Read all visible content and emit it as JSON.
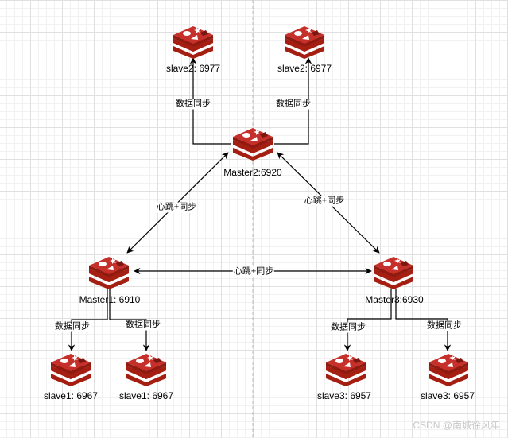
{
  "diagram": {
    "nodes": [
      {
        "id": "slave2-left",
        "label": "slave2: 6977"
      },
      {
        "id": "slave2-right",
        "label": "slave2: 6977"
      },
      {
        "id": "master2",
        "label": "Master2:6920"
      },
      {
        "id": "master1",
        "label": "Master1: 6910"
      },
      {
        "id": "master3",
        "label": "Master3:6930"
      },
      {
        "id": "slave1-left",
        "label": "slave1: 6967"
      },
      {
        "id": "slave1-right",
        "label": "slave1: 6967"
      },
      {
        "id": "slave3-left",
        "label": "slave3: 6957"
      },
      {
        "id": "slave3-right",
        "label": "slave3: 6957"
      }
    ],
    "edges": [
      {
        "from": "master2",
        "to": "slave2-left",
        "label": "数据同步"
      },
      {
        "from": "master2",
        "to": "slave2-right",
        "label": "数据同步"
      },
      {
        "from": "master1",
        "to": "master2",
        "label": "心跳+同步",
        "bidirectional": true
      },
      {
        "from": "master2",
        "to": "master3",
        "label": "心跳+同步",
        "bidirectional": true
      },
      {
        "from": "master1",
        "to": "master3",
        "label": "心跳+同步",
        "bidirectional": true
      },
      {
        "from": "master1",
        "to": "slave1-left",
        "label": "数据同步"
      },
      {
        "from": "master1",
        "to": "slave1-right",
        "label": "数据同步"
      },
      {
        "from": "master3",
        "to": "slave3-left",
        "label": "数据同步"
      },
      {
        "from": "master3",
        "to": "slave3-right",
        "label": "数据同步"
      }
    ]
  },
  "colors": {
    "redis_red": "#c6302b",
    "redis_dark": "#a41e11",
    "redis_light": "#d82c20",
    "line": "#000000"
  },
  "icon": "redis-icon",
  "watermark": "CSDN @南城徐风年"
}
